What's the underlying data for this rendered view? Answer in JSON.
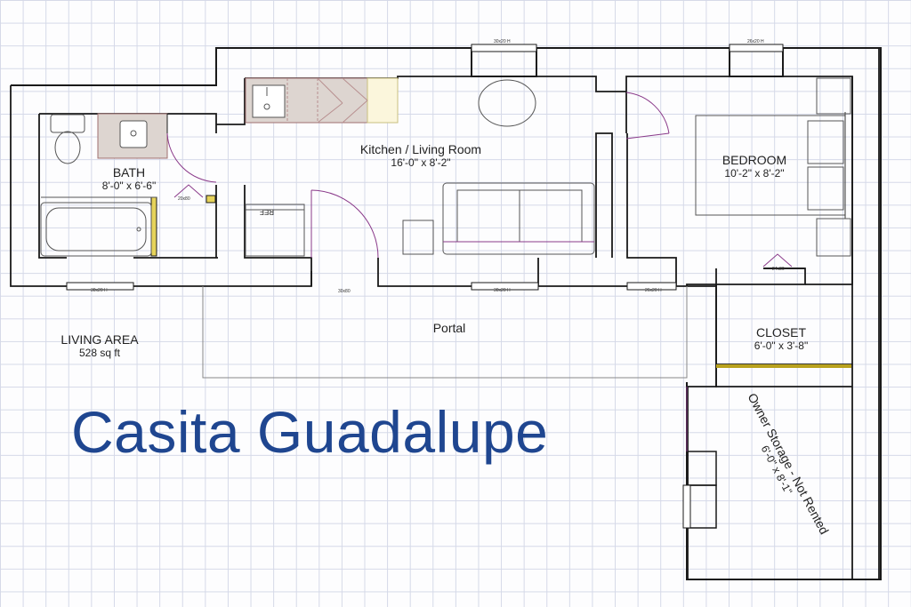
{
  "title": "Casita Guadalupe",
  "living_area": {
    "label": "LIVING AREA",
    "value": "528 sq ft"
  },
  "rooms": {
    "kitchen": {
      "name": "Kitchen / Living Room",
      "dims": "16'-0\" x 8'-2\""
    },
    "bath": {
      "name": "BATH",
      "dims": "8'-0\" x 6'-6\""
    },
    "bedroom": {
      "name": "BEDROOM",
      "dims": "10'-2\" x 8'-2\""
    },
    "closet": {
      "name": "CLOSET",
      "dims": "6'-0\" x 3'-8\""
    },
    "portal": {
      "name": "Portal"
    },
    "storage": {
      "name": "Owner Storage - Not Rented",
      "dims": "6'-0\" x 8'-1\""
    }
  },
  "fixtures": {
    "ref_label": "REF"
  },
  "colors": {
    "title": "#1f4690",
    "wall": "#1a1a1a",
    "door_swing": "#8a3a8a",
    "fixture_fill": "#ddd5d0",
    "closet_line": "#b9a21d"
  }
}
